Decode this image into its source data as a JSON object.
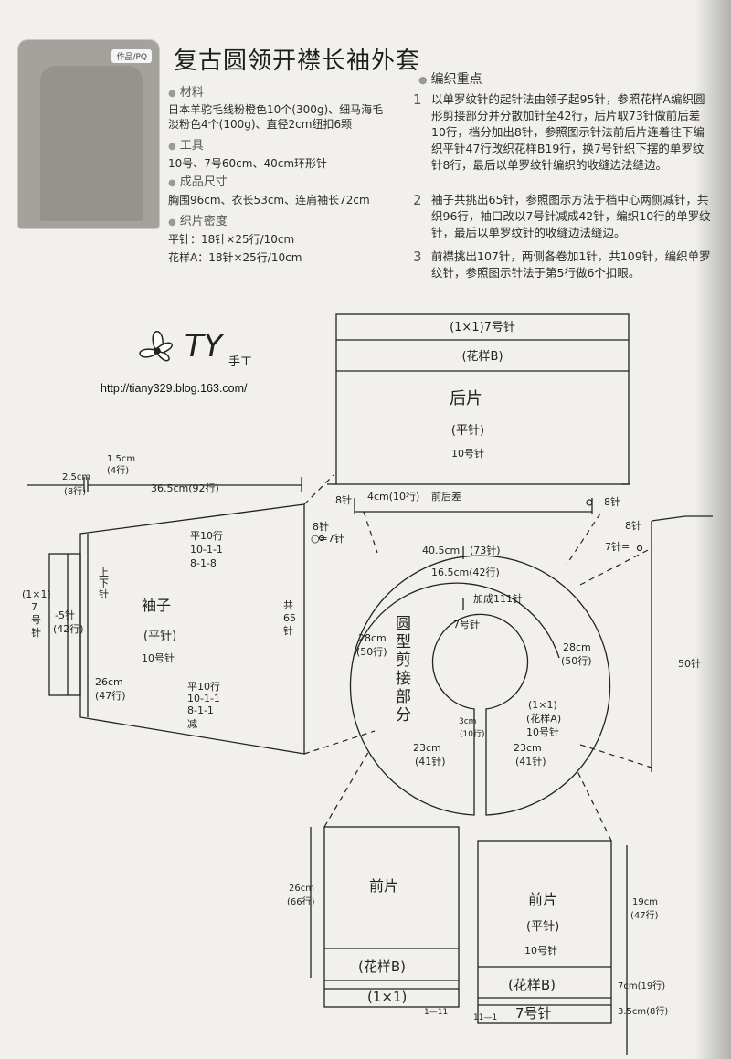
{
  "photo": {
    "credit": "作品/PQ"
  },
  "title": "复古圆领开襟长袖外套",
  "materials": {
    "head": "材料",
    "line1": "日本羊驼毛线粉橙色10个(300g)、细马海毛",
    "line2": "淡粉色4个(100g)、直径2cm纽扣6颗"
  },
  "tools": {
    "head": "工具",
    "line1": "10号、7号60cm、40cm环形针"
  },
  "size": {
    "head": "成品尺寸",
    "line1": "胸围96cm、衣长53cm、连肩袖长72cm"
  },
  "density": {
    "head": "织片密度",
    "line1": "平针：18针×25行/10cm",
    "line2": "花样A：18针×25行/10cm"
  },
  "notes": {
    "head": "编织重点",
    "items": [
      {
        "num": "1",
        "text": "以单罗纹针的起针法由领子起95针，参照花样A编织圆形剪接部分并分散加针至42行，后片取73针做前后差10行，档分加出8针，参照图示针法前后片连着往下编织平针47行改织花样B19行，换7号针织下摆的单罗纹针8行，最后以单罗纹针编织的收缝边法缝边。"
      },
      {
        "num": "2",
        "text": "袖子共挑出65针，参照图示方法于档中心两侧减针，共织96行，袖口改以7号针减成42针，编织10行的单罗纹针，最后以单罗纹针的收缝边法缝边。"
      },
      {
        "num": "3",
        "text": "前襟挑出107针，两侧各卷加1针，共109针，编织单罗纹针，参照图示针法于第5行做6个扣眼。"
      }
    ]
  },
  "logo": {
    "text": "TY",
    "sub": "手工"
  },
  "url": "http://tiany329.blog.163.com/",
  "back": {
    "rib": "(1×1)7号针",
    "patB": "(花样B)",
    "name": "后片",
    "stitch": "(平针)",
    "needle": "10号针",
    "left8": "8针",
    "right8": "8针",
    "diff_cm": "4cm(10行)",
    "diff_label": "前后差"
  },
  "sleeve": {
    "top_25": "2.5cm",
    "top_25b": "(8行)",
    "top_15": "1.5cm",
    "top_15b": "(4行)",
    "width": "36.5cm(92行)",
    "r8": "8针",
    "r7": "○=7针",
    "inc1": "平10行",
    "inc2": "10-1-1",
    "inc3": "8-1-8",
    "up": "上",
    "down": "下",
    "needle_v": "针",
    "name": "袖子",
    "stitch": "(平针)",
    "needle": "10号针",
    "total1": "共",
    "total2": "65",
    "total3": "针",
    "cuff1": "(1×1)",
    "cuff2": "7",
    "cuff3": "号",
    "cuff4": "针",
    "cuffm1": "-5针",
    "cuffm2": "(42行)",
    "h26": "26cm",
    "h26b": "(47行)",
    "dec1": "平10行",
    "dec2": "10-1-1",
    "dec3": "8-1-1",
    "dec4": "减"
  },
  "yoke": {
    "w405": "40.5cm",
    "w405b": "(73针)",
    "w165": "16.5cm(42行)",
    "inc": "加成111针",
    "n7": "7号针",
    "l28": "28cm",
    "l28b": "(50行)",
    "r28": "28cm",
    "r28b": "(50行)",
    "v1": "圆",
    "v2": "型",
    "v3": "剪",
    "v4": "接",
    "v5": "部",
    "v6": "分",
    "c3": "3cm",
    "c3b": "(10行)",
    "l23": "23cm",
    "l23b": "(41针)",
    "r23": "23cm",
    "r23b": "(41针)",
    "pA1": "(1×1)",
    "pA2": "(花样A)",
    "pA3": "10号针"
  },
  "right_side": {
    "t8": "8针",
    "t7": "7针=",
    "h50": "50针"
  },
  "front_left": {
    "name": "前片",
    "patB": "(花样B)",
    "rib": "(1×1)",
    "h26": "26cm",
    "h26b": "(66行)",
    "tick": "1—11"
  },
  "front_right": {
    "name": "前片",
    "stitch": "(平针)",
    "needle": "10号针",
    "patB": "(花样B)",
    "rib": "7号针",
    "h19": "19cm",
    "h19b": "(47行)",
    "h7": "7cm(19行)",
    "h35": "3.5cm(8行)",
    "tick": "11—1"
  }
}
